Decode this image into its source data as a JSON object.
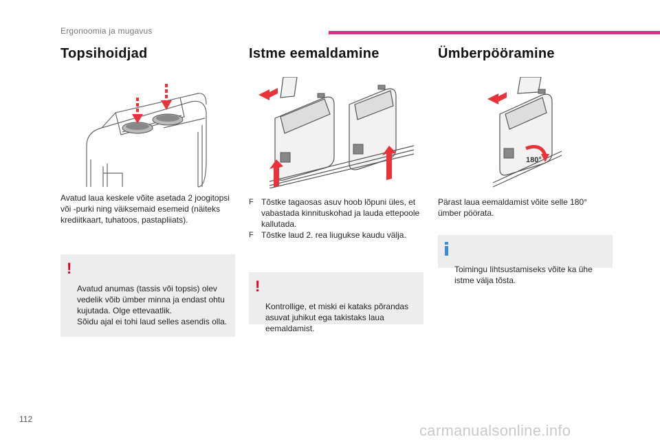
{
  "header": {
    "section": "Ergonoomia ja mugavus",
    "accent": "#e6288c"
  },
  "columns": {
    "topsihoidjad": {
      "title": "Topsihoidjad",
      "body": "Avatud laua keskele võite asetada 2 joogitopsi\nvõi -purki ning väiksemaid esemeid (näiteks\nkrediitkaart, tuhatoos, pastapliiats).",
      "warning": "Avatud anumas (tassis või topsis) olev\nvedelik võib ümber minna ja endast ohtu\nkujutada. Olge ettevaatlik.\nSõidu ajal ei tohi laud selles asendis olla."
    },
    "eemaldamine": {
      "title": "Istme eemaldamine",
      "bullet_mark": "F",
      "bullets": [
        "Tõstke tagaosas asuv hoob lõpuni üles, et\nvabastada kinnituskohad ja lauda ettepoole\nkallutada.",
        "Tõstke laud 2. rea liugukse kaudu välja."
      ],
      "warning": "Kontrollige, et miski ei kataks põrandas\nasuvat juhikut ega takistaks laua\neemaldamist."
    },
    "umberpooramine": {
      "title": "Ümberpööramine",
      "figure_label": "180°",
      "body": "Pärast laua eemaldamist võite selle 180°\nümber pöörata.",
      "info": "Toimingu lihtsustamiseks võite ka ühe\nistme välja tõsta."
    }
  },
  "footer": {
    "page_number": "112",
    "watermark": "carmanualsonline.info"
  },
  "colors": {
    "warning": "#e3001b",
    "info": "#3a8dde",
    "arrow": "#e8333a",
    "box_bg": "#ededed"
  }
}
